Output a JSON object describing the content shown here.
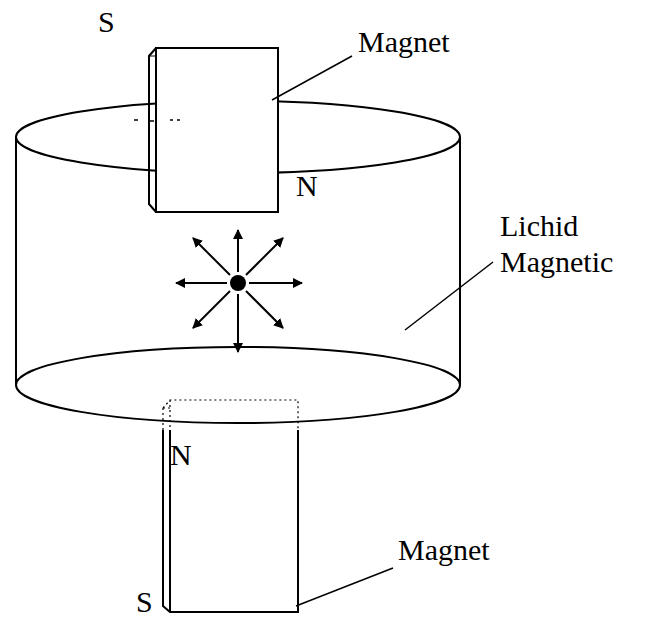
{
  "diagram": {
    "labels": [
      "S",
      "Magnet",
      "N",
      "Lichid Magnetic",
      "N",
      "Magnet",
      "S"
    ]
  }
}
